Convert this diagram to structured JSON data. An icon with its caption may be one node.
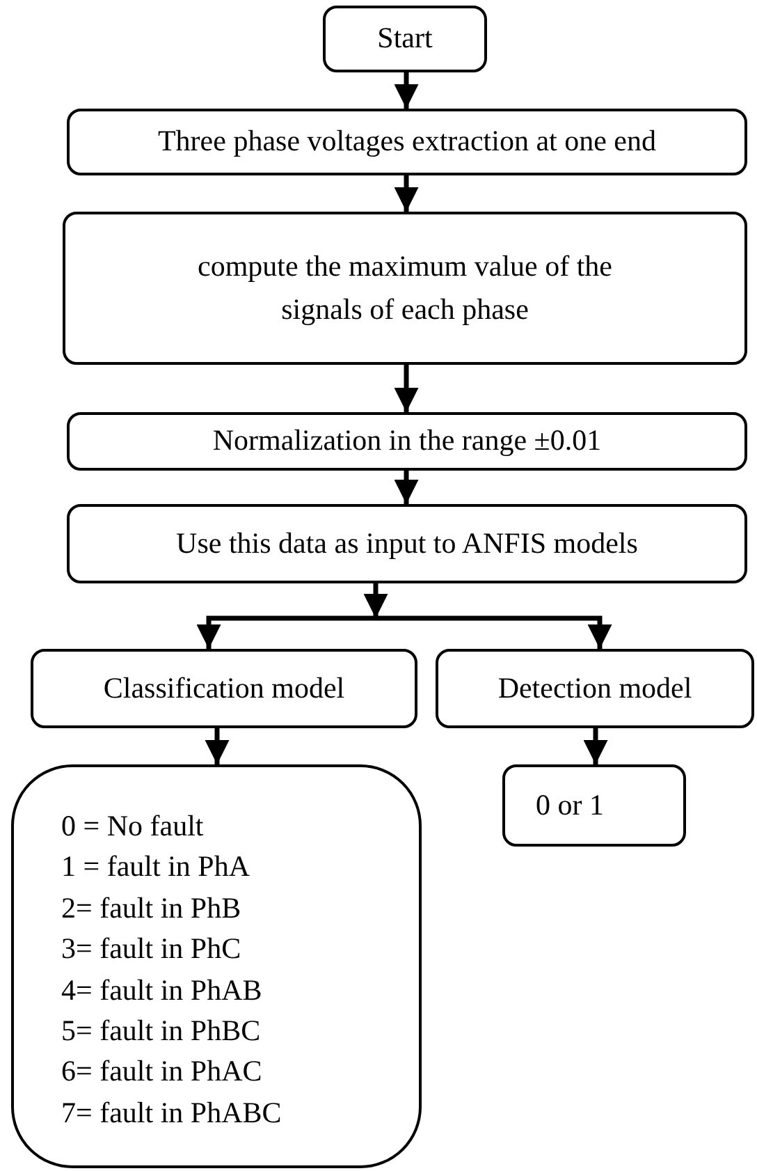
{
  "diagram": {
    "nodes": [
      {
        "text": [
          "Start"
        ]
      },
      {
        "text": [
          "Three phase voltages extraction at one end"
        ]
      },
      {
        "text": [
          "compute the maximum value of the signals of each phase"
        ]
      },
      {
        "text": [
          "Normalization in the range ±0.01"
        ]
      },
      {
        "text": [
          "Use this data as input to ANFIS models"
        ]
      },
      {
        "text": [
          "Classification model"
        ]
      },
      {
        "text": [
          "Detection model"
        ]
      },
      {
        "text": [
          "0 = No fault",
          "1 = fault in PhA",
          "2= fault in PhB",
          "3= fault in PhC",
          "4= fault in PhAB",
          "5= fault in PhBC",
          "6= fault in PhAC",
          "7= fault in PhABC"
        ]
      },
      {
        "text": [
          "0 or 1"
        ]
      }
    ],
    "edges": [
      {
        "from": 0,
        "to": 1,
        "arrow": "to"
      },
      {
        "from": 1,
        "to": 2,
        "arrow": "to"
      },
      {
        "from": 2,
        "to": 3,
        "arrow": "to"
      },
      {
        "from": 3,
        "to": 4,
        "arrow": "to"
      },
      {
        "from": 4,
        "to": 5,
        "arrow": "to"
      },
      {
        "from": 4,
        "to": 6,
        "arrow": "to"
      },
      {
        "from": 5,
        "to": 7,
        "arrow": "to"
      },
      {
        "from": 6,
        "to": 8,
        "arrow": "to"
      }
    ]
  }
}
